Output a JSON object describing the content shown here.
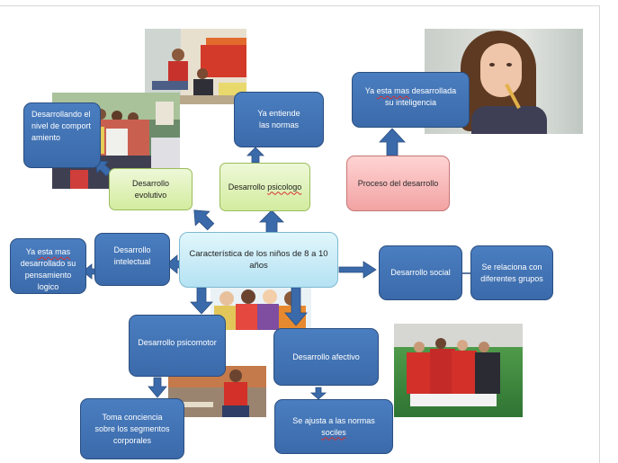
{
  "colors": {
    "blue_box": "#3b6aaa",
    "blue_border": "#2a4e80",
    "green_box": "#d3ec9f",
    "pink_box": "#f2a3a3",
    "cyan_box": "#b5e2f3",
    "arrow": "#3b6aaa"
  },
  "center": {
    "text": "Característica de los niños de 8 a 10 años"
  },
  "nodes": {
    "desarrollo_evolutivo": "Desarrollo evolutivo",
    "desarrollando_comportamiento": "Desarrollando el nivel de comportamiento",
    "desarrollo_psicologo_pre": "Desarrollo ",
    "desarrollo_psicologo_word": "psicologo",
    "ya_entiende": "Ya entiende las normas",
    "proceso_desarrollo": "Proceso del desarrollo",
    "inteligencia_pre": "Ya ",
    "inteligencia_word": "esta mas",
    "inteligencia_post": " desarrollada su inteligencia",
    "desarrollo_intelectual": "Desarrollo intelectual",
    "pensamiento_pre": "Ya ",
    "pensamiento_word": "esta mas",
    "pensamiento_post": " desarrollado su pensamiento logico",
    "desarrollo_social": "Desarrollo social",
    "relaciona": "Se relaciona con diferentes grupos",
    "desarrollo_psicomotor": "Desarrollo psicomotor",
    "toma_conciencia": "Toma conciencia sobre los segmentos corporales",
    "desarrollo_afectivo": "Desarrollo afectivo",
    "normas_pre": "Se ajusta a las normas ",
    "normas_word": "sociles"
  },
  "photos": [
    "children-classroom-photo",
    "children-group-photo",
    "girl-thinking-photo",
    "children-circle-photo",
    "child-playing-photo",
    "soccer-team-photo"
  ]
}
